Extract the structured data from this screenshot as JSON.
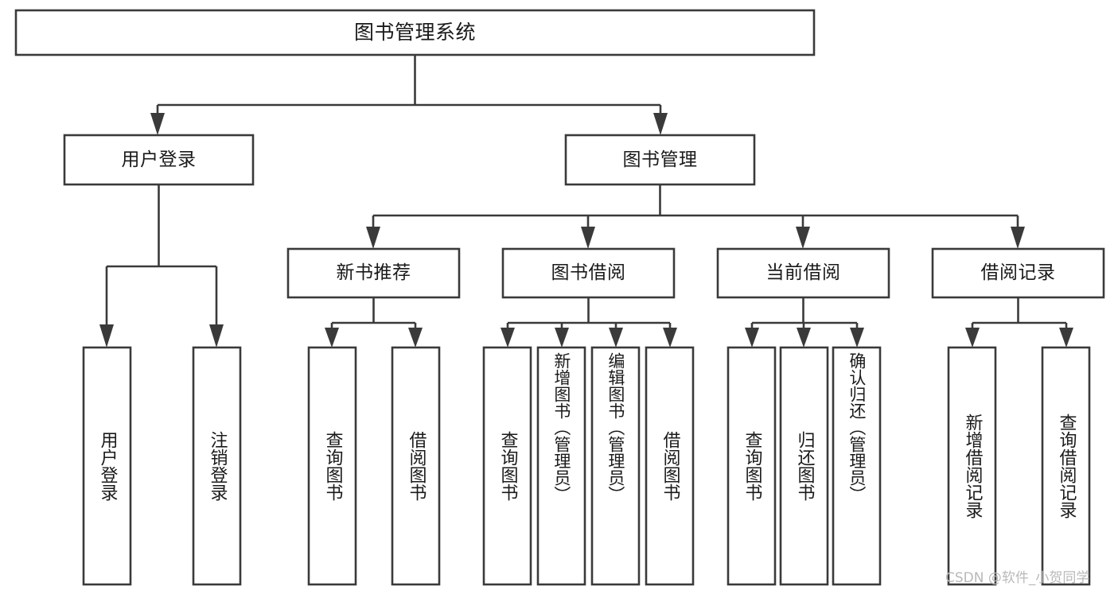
{
  "diagram": {
    "title": "图书管理系统",
    "type": "tree-hierarchy",
    "orientation": "top-down",
    "colors": {
      "stroke": "#3a3a3a",
      "fill": "#ffffff",
      "text": "#1a1a1a",
      "watermark": "#b9b9b9",
      "background": "#ffffff"
    },
    "root": {
      "id": "root",
      "label": "图书管理系统",
      "level": 0
    },
    "level1": [
      {
        "id": "n-user-login",
        "label": "用户登录",
        "level": 1
      },
      {
        "id": "n-book-manage",
        "label": "图书管理",
        "level": 1
      }
    ],
    "level2": [
      {
        "id": "n-new-book-rec",
        "label": "新书推荐",
        "level": 2,
        "parent": "n-book-manage"
      },
      {
        "id": "n-book-borrow",
        "label": "图书借阅",
        "level": 2,
        "parent": "n-book-manage"
      },
      {
        "id": "n-current-borrow",
        "label": "当前借阅",
        "level": 2,
        "parent": "n-book-manage"
      },
      {
        "id": "n-borrow-record",
        "label": "借阅记录",
        "level": 2,
        "parent": "n-book-manage"
      }
    ],
    "leaves": [
      {
        "id": "l-user-login",
        "label": "用户登录",
        "parent": "n-user-login"
      },
      {
        "id": "l-user-logout",
        "label": "注销登录",
        "parent": "n-user-login"
      },
      {
        "id": "l-rec-query-book",
        "label": "查询图书",
        "parent": "n-new-book-rec"
      },
      {
        "id": "l-rec-borrow-book",
        "label": "借阅图书",
        "parent": "n-new-book-rec"
      },
      {
        "id": "l-bb-query-book",
        "label": "查询图书",
        "parent": "n-book-borrow"
      },
      {
        "id": "l-bb-add-book",
        "label": "新增图书（管理员）",
        "parent": "n-book-borrow"
      },
      {
        "id": "l-bb-edit-book",
        "label": "编辑图书（管理员）",
        "parent": "n-book-borrow"
      },
      {
        "id": "l-bb-borrow-book",
        "label": "借阅图书",
        "parent": "n-book-borrow"
      },
      {
        "id": "l-cb-query-book",
        "label": "查询图书",
        "parent": "n-current-borrow"
      },
      {
        "id": "l-cb-return-book",
        "label": "归还图书",
        "parent": "n-current-borrow"
      },
      {
        "id": "l-cb-confirm-return",
        "label": "确认归还（管理员）",
        "parent": "n-current-borrow"
      },
      {
        "id": "l-br-add-record",
        "label": "新增借阅记录",
        "parent": "n-borrow-record"
      },
      {
        "id": "l-br-query-record",
        "label": "查询借阅记录",
        "parent": "n-borrow-record"
      }
    ],
    "watermark": "CSDN @软件_小贺同学"
  }
}
